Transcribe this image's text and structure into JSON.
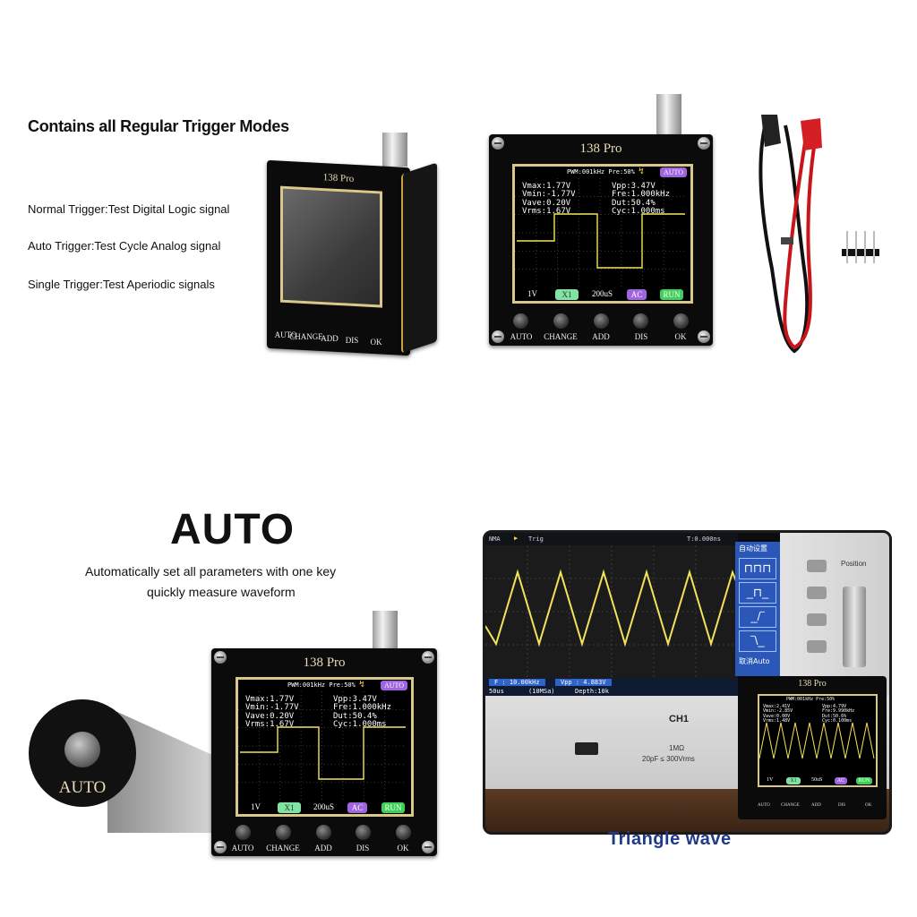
{
  "section_top": {
    "heading": "Contains all Regular Trigger Modes",
    "items": [
      "Normal Trigger:Test Digital Logic signal",
      "Auto Trigger:Test Cycle Analog signal",
      "Single Trigger:Test Aperiodic signals"
    ]
  },
  "device": {
    "model": "138 Pro",
    "buttons": [
      "AUTO",
      "CHANGE",
      "ADD",
      "DIS",
      "OK"
    ],
    "screen": {
      "top_bar": "PWM:001kHz  Pre:50%",
      "mode_badge": "AUTO",
      "meas_left": [
        "Vmax:1.77V",
        "Vmin:-1.77V",
        "Vave:0.20V",
        "Vrms:1.67V"
      ],
      "meas_right": [
        "Vpp:3.47V",
        "Fre:1.000kHz",
        "Dut:50.4%",
        "Cyc:1.000ms"
      ],
      "bottom": {
        "volt": "1V",
        "probe": "X1",
        "time": "200uS",
        "coupling": "AC",
        "state": "RUN"
      }
    }
  },
  "section_auto": {
    "heading": "AUTO",
    "line1": "Automatically set all parameters with one key",
    "line2": "quickly measure waveform",
    "zoom_label": "AUTO"
  },
  "photo": {
    "scope_top": {
      "left": "NMA",
      "trig": "Trig",
      "time": "T:0.000ns"
    },
    "menu_title": "自动设置",
    "menu_bottom": "取消Auto",
    "info_freq": "F : 10.00kHz",
    "info_vpp": "Vpp : 4.883V",
    "info_row2": [
      "50us",
      "(10MSa)",
      "Depth:10k"
    ],
    "front_label_ch1": "CH1",
    "front_label_imp": "1MΩ",
    "front_label_rating": "20pF ≤ 300Vrms",
    "position_label": "Position",
    "mini_screen": {
      "model": "138 Pro",
      "top_bar": "PWM:001kHz  Pre:50%",
      "meas_left": [
        "Vmax:2.41V",
        "Vmin:-2.85V",
        "Vave:0.00V",
        "Vrms:1.48V"
      ],
      "meas_right": [
        "Vpp:4.79V",
        "Fre:9.990kHz",
        "Dut:50.6%",
        "Cyc:0.100ms"
      ],
      "bottom": [
        "1V",
        "X1",
        "50uS",
        "AC",
        "RUN"
      ],
      "buttons": [
        "AUTO",
        "CHANGE",
        "ADD",
        "DIS",
        "OK"
      ]
    },
    "caption": "Triangle wave"
  },
  "colors": {
    "accent_blue": "#1f3a8a",
    "screen_frame": "#d8c88a",
    "badge_purple": "#a064e0",
    "badge_green": "#3fd05a",
    "trace_yellow": "#f2e35a"
  }
}
